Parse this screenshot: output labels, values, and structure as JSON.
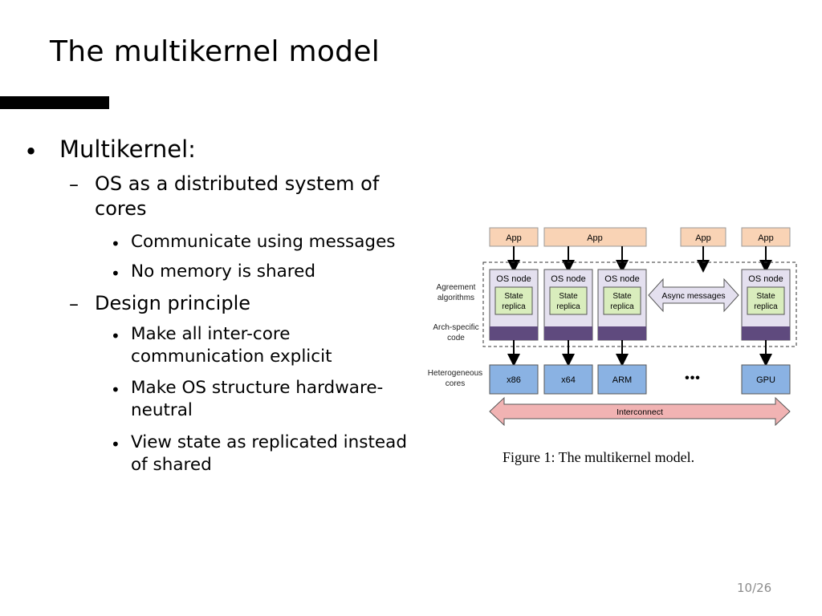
{
  "slide": {
    "title": "The multikernel model",
    "page_number": "10/26"
  },
  "bullets": {
    "multikernel": "Multikernel:",
    "os_distributed": "OS as a distributed system of cores",
    "communicate": "Communicate using messages",
    "no_memory": "No memory is shared",
    "design_principle": "Design principle",
    "explicit": "Make all inter-core communication explicit",
    "hardware_neutral": "Make OS structure hardware-neutral",
    "replicated": "View state as replicated instead of shared"
  },
  "markers": {
    "level1": "•",
    "level2": "–",
    "level3": "•"
  },
  "diagram": {
    "app_labels": [
      "App",
      "App",
      "App",
      "App"
    ],
    "os_node_label": "OS node",
    "state_line1": "State",
    "state_line2": "replica",
    "async_messages": "Async messages",
    "row_labels": {
      "agreement_1": "Agreement",
      "agreement_2": "algorithms",
      "arch_1": "Arch-specific",
      "arch_2": "code",
      "hetero_1": "Heterogeneous",
      "hetero_2": "cores"
    },
    "cores": [
      "x86",
      "x64",
      "ARM",
      "GPU"
    ],
    "ellipsis": "•••",
    "interconnect": "Interconnect",
    "caption": "Figure 1: The multikernel model.",
    "colors": {
      "app_fill": "#f9d3b5",
      "os_node_fill": "#e4e0ef",
      "state_fill": "#d9edbd",
      "arch_fill": "#5f4a7e",
      "core_fill": "#8ab2e3",
      "interconnect_fill": "#f1b3b3",
      "async_fill": "#e4e0ef"
    }
  }
}
